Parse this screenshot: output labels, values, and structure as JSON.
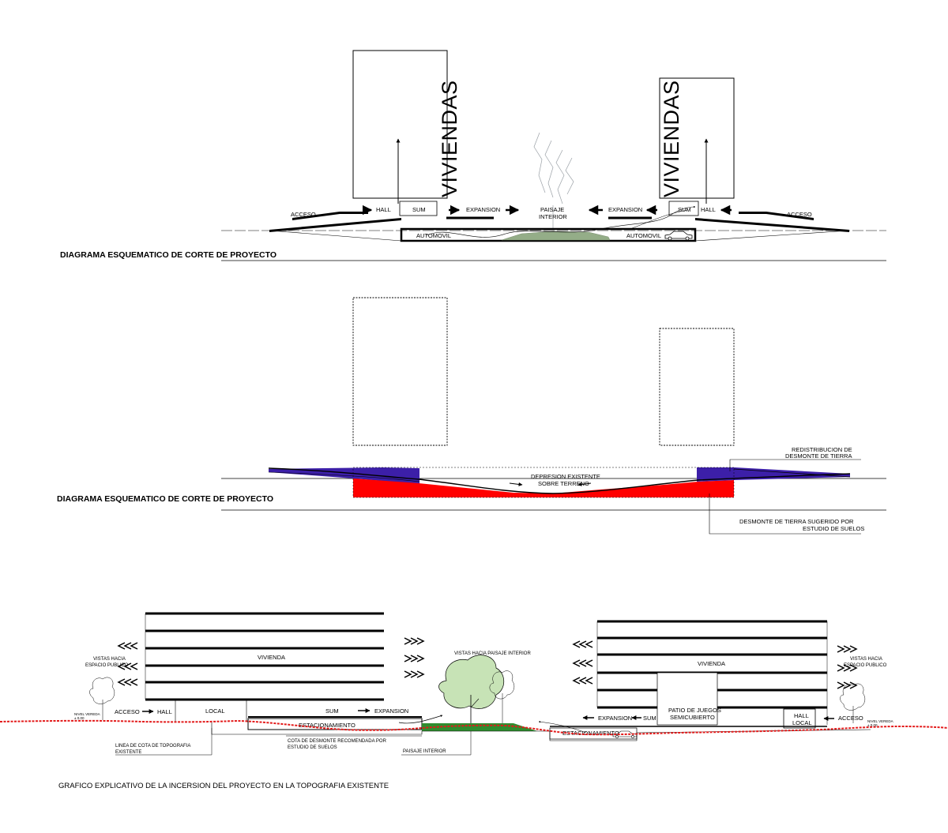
{
  "diagram1": {
    "tower_label": "VIVIENDAS",
    "left": {
      "acceso": "ACCESO",
      "hall": "HALL",
      "sum": "SUM",
      "expansion": "EXPANSION"
    },
    "right": {
      "acceso": "ACCESO",
      "hall": "HALL",
      "sum": "SUM",
      "expansion": "EXPANSION"
    },
    "paisaje": [
      "PAISAJE",
      "INTERIOR"
    ],
    "automovil_left": "AUTOMOVIL",
    "automovil_right": "AUTOMOVIL",
    "title": "DIAGRAMA ESQUEMATICO DE CORTE DE PROYECTO"
  },
  "diagram2": {
    "redistribucion": [
      "REDISTRIBUCION DE",
      "DESMONTE DE TIERRA"
    ],
    "depresion": [
      "DEPRESION EXISTENTE",
      "SOBRE TERRENO"
    ],
    "desmonte": [
      "DESMONTE DE TIERRA SUGERIDO POR",
      "ESTUDIO DE SUELOS"
    ],
    "title": "DIAGRAMA ESQUEMATICO DE CORTE DE PROYECTO"
  },
  "diagram3": {
    "vivienda_left": "VIVIENDA",
    "vivienda_right": "VIVIENDA",
    "vistas_publico_left": [
      "VISTAS HACIA",
      "ESPACIO PUBLICO"
    ],
    "vistas_publico_right": [
      "VISTAS HACIA",
      "ESPACIO PUBLICO"
    ],
    "vistas_paisaje": "VISTAS HACIA PAISAJE INTERIOR",
    "nivel_vereda_left": [
      "NIVEL VEREDA",
      "± 0.00"
    ],
    "nivel_vereda_right": [
      "NIVEL VEREDA",
      "± 0.00"
    ],
    "acceso_left": "ACCESO",
    "hall_left": "HALL",
    "local_left": "LOCAL",
    "sum_left": "SUM",
    "expansion_left": "EXPANSION",
    "estacionamiento_left": "ESTACIONAMIENTO",
    "patio": [
      "PATIO DE JUEGOS",
      "SEMICUBIERTO"
    ],
    "expansion_right": "EXPANSION",
    "sum_right": "SUM",
    "hall_local_right": [
      "HALL",
      "LOCAL"
    ],
    "acceso_right": "ACCESO",
    "estacionamiento_right": "ESTACIONAMIENTO",
    "linea_cota": [
      "LINEA DE COTA DE TOPOGRAFIA",
      "EXISTENTE"
    ],
    "cota_desmonte": [
      "COTA DE DESMONTE RECOMENDADA POR",
      "ESTUDIO DE SUELOS"
    ],
    "paisaje_interior": "PAISAJE INTERIOR"
  },
  "caption": "GRAFICO EXPLICATIVO DE LA INCERSION DEL PROYECTO EN LA TOPOGRAFIA EXISTENTE",
  "colors": {
    "fill_red": "#ff0000",
    "fill_blue": "#3c1fa8",
    "topo_red": "#e31b1b",
    "landscape_green": "#94ad88",
    "grass_green": "#2f8d2f",
    "tree_green": "#c7e3b6"
  }
}
